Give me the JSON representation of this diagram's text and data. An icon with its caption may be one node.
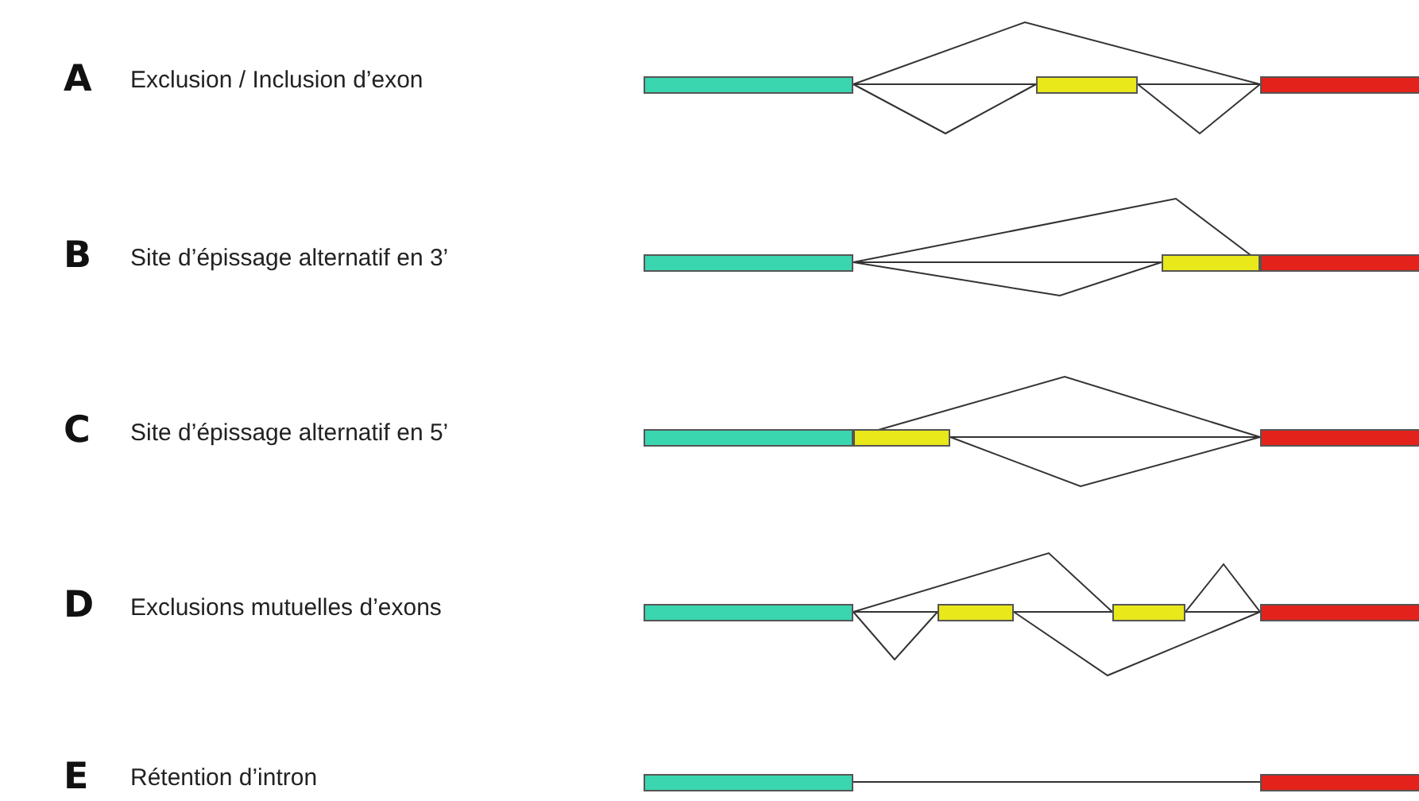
{
  "diagram": {
    "nodes": [
      {
        "text": [],
        "shape": "bar"
      },
      {
        "text": [],
        "shape": "bar"
      },
      {
        "text": [],
        "shape": "bar"
      },
      {
        "text": [],
        "shape": "bar"
      },
      {
        "text": [],
        "shape": "bar"
      },
      {
        "text": [],
        "shape": "bar"
      },
      {
        "text": [],
        "shape": "bar"
      },
      {
        "text": [],
        "shape": "bar"
      },
      {
        "text": [],
        "shape": "bar"
      },
      {
        "text": [],
        "shape": "bar"
      },
      {
        "text": [],
        "shape": "bar"
      },
      {
        "text": [],
        "shape": "bar"
      },
      {
        "text": [],
        "shape": "bar"
      },
      {
        "text": [],
        "shape": "bar"
      },
      {
        "text": [],
        "shape": "bar"
      }
    ],
    "edges": [
      {
        "from": 0,
        "to": 1,
        "arrow": "none"
      },
      {
        "from": 1,
        "to": 2,
        "arrow": "none"
      },
      {
        "from": 0,
        "to": 2,
        "arrow": "none"
      },
      {
        "from": 0,
        "to": 1,
        "arrow": "none"
      },
      {
        "from": 1,
        "to": 2,
        "arrow": "none"
      },
      {
        "from": 3,
        "to": 4,
        "arrow": "none"
      },
      {
        "from": 3,
        "to": 5,
        "arrow": "none"
      },
      {
        "from": 3,
        "to": 4,
        "arrow": "none"
      },
      {
        "from": 6,
        "to": 8,
        "arrow": "none"
      },
      {
        "from": 7,
        "to": 8,
        "arrow": "none"
      },
      {
        "from": 7,
        "to": 8,
        "arrow": "none"
      },
      {
        "from": 9,
        "to": 10,
        "arrow": "none"
      },
      {
        "from": 10,
        "to": 11,
        "arrow": "none"
      },
      {
        "from": 11,
        "to": 12,
        "arrow": "none"
      },
      {
        "from": 9,
        "to": 11,
        "arrow": "none"
      },
      {
        "from": 9,
        "to": 10,
        "arrow": "none"
      },
      {
        "from": 11,
        "to": 12,
        "arrow": "none"
      },
      {
        "from": 10,
        "to": 12,
        "arrow": "none"
      },
      {
        "from": 13,
        "to": 14,
        "arrow": "none"
      }
    ],
    "labels": [
      "A",
      "Exclusion / Inclusion d’exon",
      "B",
      "Site d’épissage alternatif en 3’",
      "C",
      "Site d’épissage alternatif en 5’",
      "D",
      "Exclusions mutuelles d’exons",
      "E",
      "Rétention d’intron"
    ]
  }
}
